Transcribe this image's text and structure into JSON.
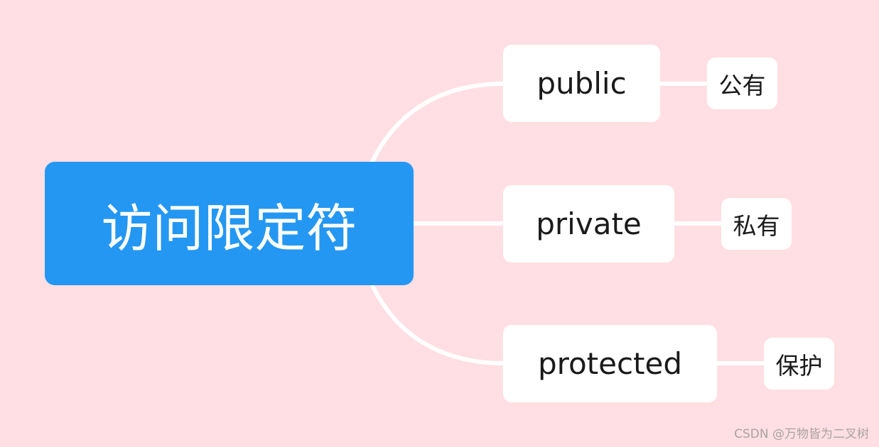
{
  "mindmap": {
    "root": {
      "label": "访问限定符"
    },
    "branches": [
      {
        "label": "public",
        "child": "公有"
      },
      {
        "label": "private",
        "child": "私有"
      },
      {
        "label": "protected",
        "child": "保护"
      }
    ]
  },
  "colors": {
    "background": "#ffdfe3",
    "root_fill": "#2497f2",
    "node_fill": "#ffffff",
    "connector": "#ffffff",
    "text_dark": "#1a1a1a"
  },
  "watermark": "CSDN @万物皆为二叉树"
}
